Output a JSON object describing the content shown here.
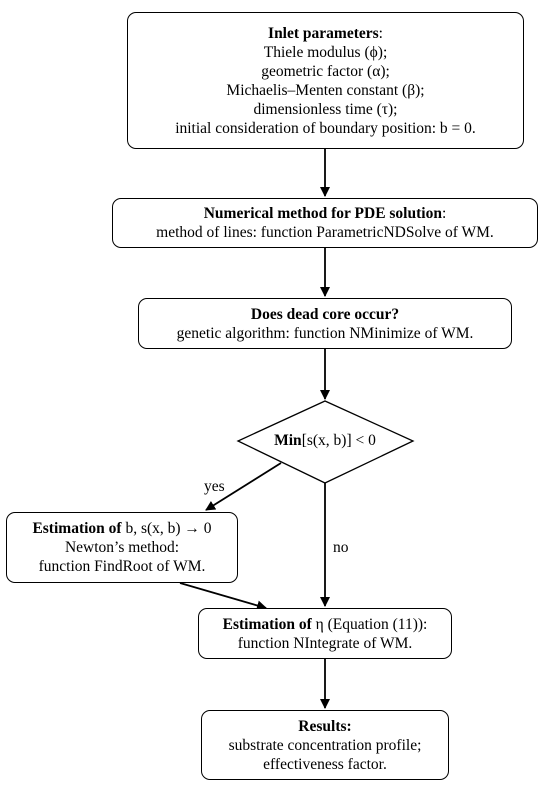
{
  "box1": {
    "title": "Inlet parameters",
    "title_suffix": ":",
    "lines": [
      "Thiele modulus (ϕ);",
      "geometric factor (α);",
      "Michaelis–Menten constant (β);",
      "dimensionless time (τ);",
      "initial consideration of boundary position: b = 0."
    ]
  },
  "box2": {
    "title": "Numerical method for PDE solution",
    "title_suffix": ":",
    "line": "method of lines: function ParametricNDSolve of WM."
  },
  "box3": {
    "title": "Does dead core occur?",
    "line": "genetic algorithm: function NMinimize of WM."
  },
  "decision": {
    "bold": "Min",
    "rest": "[s(x, b)] < 0"
  },
  "box4": {
    "title": "Estimation of",
    "title_rest": " b, s(x, b) → 0",
    "lines": [
      "Newton’s method:",
      "function FindRoot of WM."
    ]
  },
  "box5": {
    "title": "Estimation of",
    "title_rest": " η (Equation (11)):",
    "line": "function NIntegrate of WM."
  },
  "box6": {
    "title": "Results:",
    "lines": [
      "substrate concentration profile;",
      "effectiveness factor."
    ]
  },
  "labels": {
    "yes": "yes",
    "no": "no"
  }
}
